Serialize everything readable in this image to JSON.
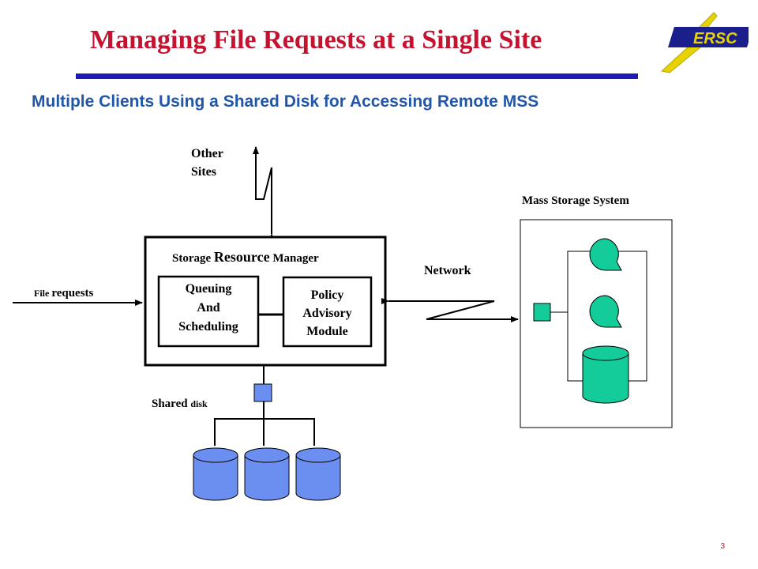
{
  "slide": {
    "title": "Managing File Requests at a  Single Site",
    "subtitle": "Multiple Clients Using a Shared Disk for Accessing Remote MSS",
    "number": "3"
  },
  "logo": {
    "text": "ERSC",
    "icon": "lightning-bolt-icon"
  },
  "diagram": {
    "other_sites_line1": "Other",
    "other_sites_line2": "Sites",
    "srm_label_prefix": "Storage ",
    "srm_label_emph": "Resource",
    "srm_label_suffix": " Manager",
    "queuing_line1": "Queuing",
    "queuing_line2": "And",
    "queuing_line3": "Scheduling",
    "policy_line1": "Policy",
    "policy_line2": "Advisory",
    "policy_line3": "Module",
    "file_requests_prefix": "File ",
    "file_requests_main": "requests",
    "network": "Network",
    "mss_label": "Mass Storage System",
    "shared_disk_prefix": "Shared ",
    "shared_disk_suffix": "disk"
  },
  "colors": {
    "title": "#c4122f",
    "rule": "#1f1ab5",
    "subtitle": "#2256a8",
    "logo_yellow": "#e8d200",
    "logo_blue": "#1b1f8c",
    "disk_blue": "#6b8ff0",
    "mss_green": "#14cc99"
  }
}
